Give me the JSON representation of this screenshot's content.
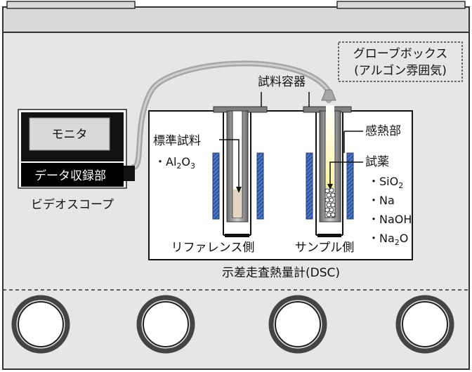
{
  "labels": {
    "glovebox_line1": "グローブボックス",
    "glovebox_line2": "(アルゴン雰囲気)",
    "sample_container": "試料容器",
    "monitor": "モニタ",
    "data_acquisition": "データ収録部",
    "videoscope": "ビデオスコープ",
    "standard_sample": "標準試料",
    "al2o3": {
      "bullet": "・",
      "main": "Al",
      "sub1": "2",
      "mid": "O",
      "sub2": "3"
    },
    "sensor": "感熱部",
    "reagent": "試薬",
    "sio2": {
      "bullet": "・",
      "main": "SiO",
      "sub": "2"
    },
    "na": "・Na",
    "naoh": "・NaOH",
    "na2o": {
      "bullet": "・",
      "main": "Na",
      "sub": "2",
      "tail": "O"
    },
    "reference_side": "リファレンス側",
    "sample_side": "サンプル側",
    "dsc": "示差走査熱量計(DSC)"
  },
  "colors": {
    "glovebox_fill": "#e6e6e6",
    "glovebox_top": "#d9d9d9",
    "heater_blue": "#2f5597",
    "powder": "#e2d6c2",
    "scope_light": "#fdf8c8",
    "cable": "#a6a6a6"
  },
  "icons": [
    "monitor-icon",
    "glove-port-icon",
    "heater-icon",
    "crucible-icon",
    "scope-tube-icon"
  ],
  "glove_port_count": 4
}
